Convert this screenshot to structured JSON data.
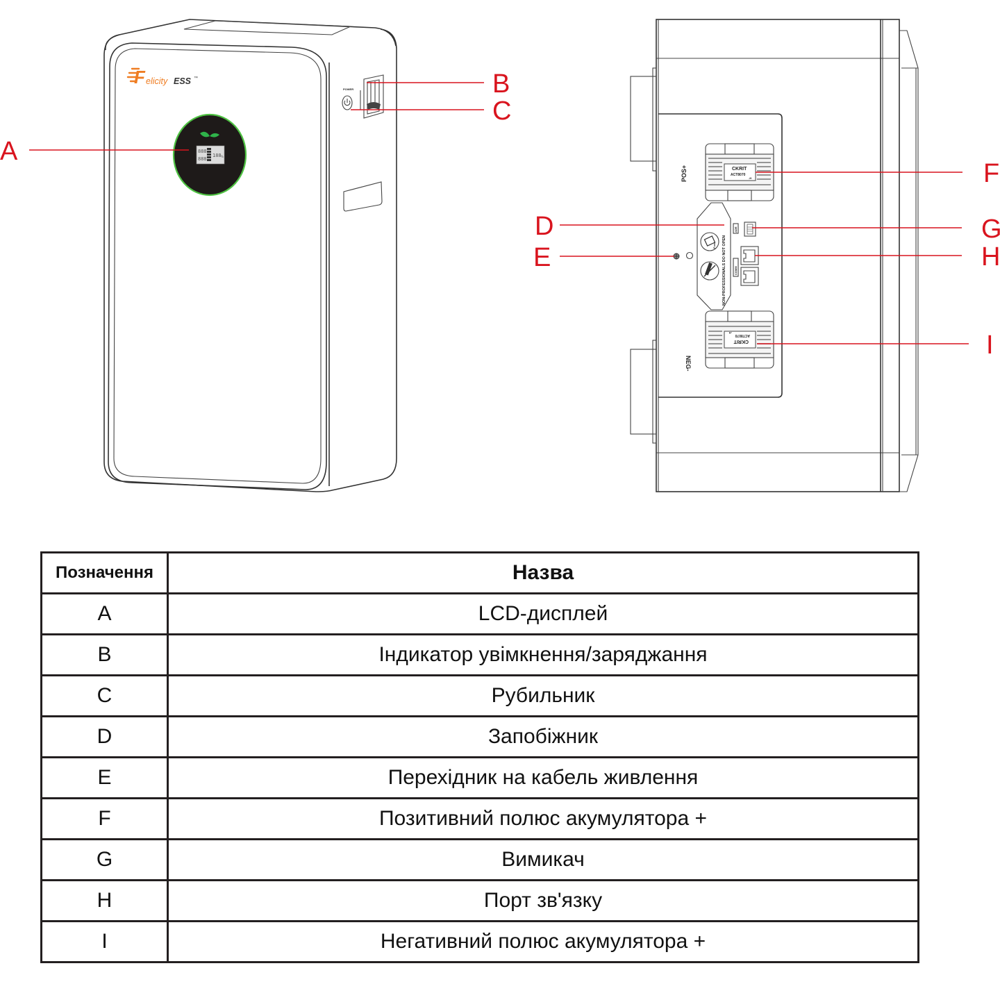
{
  "document": {
    "title": "FelicityESS battery module — component designations"
  },
  "front_view": {
    "brand": {
      "logo_letter": "F",
      "name_part1": "elicity",
      "name_part2": "ESS",
      "trademark": "™"
    },
    "colors": {
      "brand_orange": "#ef7d22",
      "display_ring": "#4fc243",
      "display_body": "#1e1a19",
      "leaf": "#2fb34a"
    },
    "lcd": {
      "row1": "888",
      "row2": "888",
      "percent": "188",
      "percent_unit": "%"
    },
    "power_label": "POWER"
  },
  "side_view": {
    "pos_label": "POS+",
    "neg_label": "NEG-",
    "terminal_brand": "CKRIT",
    "terminal_model": "ACT8070",
    "terminal_suffix": "-H",
    "warning_text": "NON-PROFESSIONALS DO NOT OPEN",
    "fuse_label": "Fuse",
    "adr_label": "ADR",
    "comm_label": "COMM"
  },
  "callouts": {
    "color": "#d9141e",
    "labels": [
      "A",
      "B",
      "C",
      "D",
      "E",
      "F",
      "G",
      "H",
      "I"
    ]
  },
  "table": {
    "headers": {
      "designation": "Позначення",
      "name": "Назва"
    },
    "rows": [
      {
        "code": "A",
        "name": "LCD-дисплей"
      },
      {
        "code": "B",
        "name": "Індикатор увімкнення/заряджання"
      },
      {
        "code": "C",
        "name": "Рубильник"
      },
      {
        "code": "D",
        "name": "Запобіжник"
      },
      {
        "code": "E",
        "name": "Перехідник на кабель живлення"
      },
      {
        "code": "F",
        "name": "Позитивний полюс акумулятора +"
      },
      {
        "code": "G",
        "name": "Вимикач"
      },
      {
        "code": "H",
        "name": "Порт зв'язку"
      },
      {
        "code": "I",
        "name": "Негативний полюс акумулятора +"
      }
    ]
  }
}
